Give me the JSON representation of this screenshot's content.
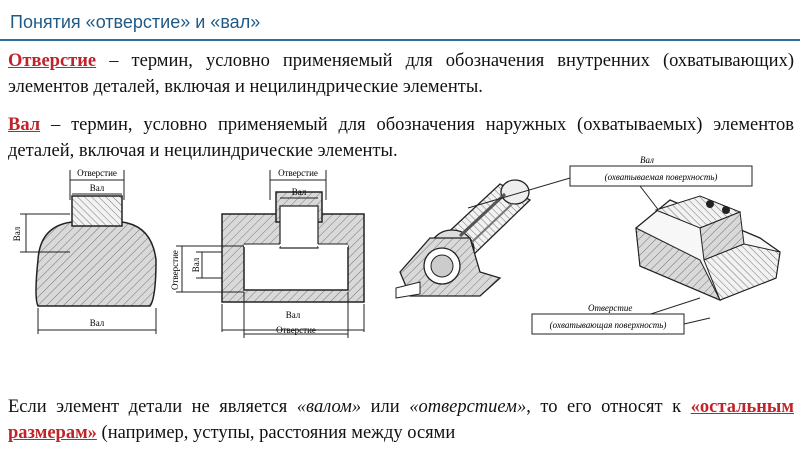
{
  "slide": {
    "title": "Понятия «отверстие» и «вал»"
  },
  "para_hole": {
    "term": "Отверстие",
    "text": " – термин, условно применяемый для обозначения внутренних (охватывающих) элементов деталей, включая и нецилиндрические элементы."
  },
  "para_shaft": {
    "term": "Вал",
    "text": " – термин, условно применяемый для обозначения наружных (охватываемых) элементов деталей, включая и нецилиндрические элементы."
  },
  "para_other": {
    "lead": "Если элемент детали не является ",
    "q1": "«валом»",
    "mid": " или ",
    "q2": "«отверстием»",
    "tail1": ", то его относят к ",
    "term": "«остальным размерам»",
    "tail2": " (например, уступы, расстояния между осями"
  },
  "figure": {
    "left_top_label": "Отверстие",
    "left_inner_label": "Вал",
    "left_side_label": "Вал",
    "left_bottom_label": "Вал",
    "mid_top_label": "Отверстие",
    "mid_inner_label": "Вал",
    "mid_side_label1": "Отверстие",
    "mid_side_label2": "Вал",
    "mid_bottom_label1": "Вал",
    "mid_bottom_label2": "Отверстие",
    "right_shaft_label": "Вал",
    "right_shaft_sublabel": "(охватываемая поверхность)",
    "right_hole_label": "Отверстие",
    "right_hole_sublabel": "(охватывающая поверхность)"
  }
}
